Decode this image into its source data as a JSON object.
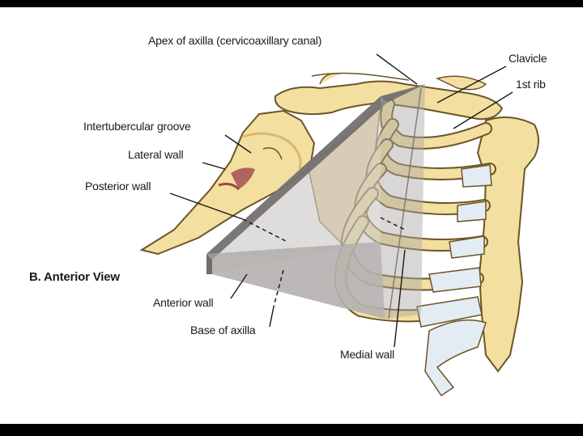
{
  "labels": {
    "apex": "Apex of axilla (cervicoaxillary canal)",
    "clavicle": "Clavicle",
    "first_rib": "1st rib",
    "intertubercular": "Intertubercular groove",
    "lateral_wall": "Lateral wall",
    "posterior_wall": "Posterior wall",
    "view_title": "B. Anterior View",
    "anterior_wall": "Anterior wall",
    "base": "Base of axilla",
    "medial_wall": "Medial wall"
  },
  "colors": {
    "bone": "#f3dfa0",
    "bone_shade": "#d9b970",
    "bone_outline": "#6b5526",
    "cartilage": "#e4ecf3",
    "wall_gray": "#a9a7a5",
    "wall_dark": "#6f6c6a",
    "wall_light": "#c9c7c5",
    "groove": "#a0454a",
    "frame": "#000000",
    "background": "#ffffff"
  }
}
